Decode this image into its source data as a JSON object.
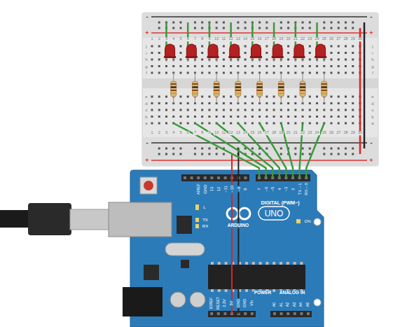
{
  "diagram": {
    "labels": [
      "-",
      "-",
      "+",
      "+",
      "-",
      "-",
      "+",
      "+",
      "1",
      "2",
      "3",
      "4",
      "5",
      "6",
      "7",
      "8",
      "9",
      "10",
      "11",
      "12",
      "13",
      "14",
      "15",
      "16",
      "17",
      "18",
      "19",
      "20",
      "21",
      "22",
      "23",
      "24",
      "25",
      "26",
      "27",
      "28",
      "29",
      "30",
      "1",
      "2",
      "3",
      "4",
      "5",
      "6",
      "7",
      "8",
      "9",
      "10",
      "11",
      "12",
      "13",
      "14",
      "15",
      "16",
      "17",
      "18",
      "19",
      "20",
      "21",
      "22",
      "23",
      "24",
      "25",
      "26",
      "27",
      "28",
      "29",
      "30",
      "j",
      "i",
      "h",
      "g",
      "f",
      "e",
      "d",
      "c",
      "b",
      "a",
      "j",
      "i",
      "h",
      "g",
      "f",
      "e",
      "d",
      "c",
      "b",
      "a",
      "AREF",
      "GND",
      "13",
      "12",
      "~11",
      "~10",
      "~9",
      "8",
      "7",
      "~6",
      "~5",
      "4",
      "~3",
      "2",
      "TX→1",
      "RX←0",
      "DIGITAL (PWM~)",
      "L",
      "TX",
      "RX",
      "ON",
      "UNO",
      "ARDUINO",
      "IOREF",
      "RESET",
      "3.3V",
      "5V",
      "GND",
      "GND",
      "Vin",
      "POWER",
      "ANALOG IN",
      "A0",
      "A1",
      "A2",
      "A3",
      "A4",
      "A5"
    ]
  }
}
